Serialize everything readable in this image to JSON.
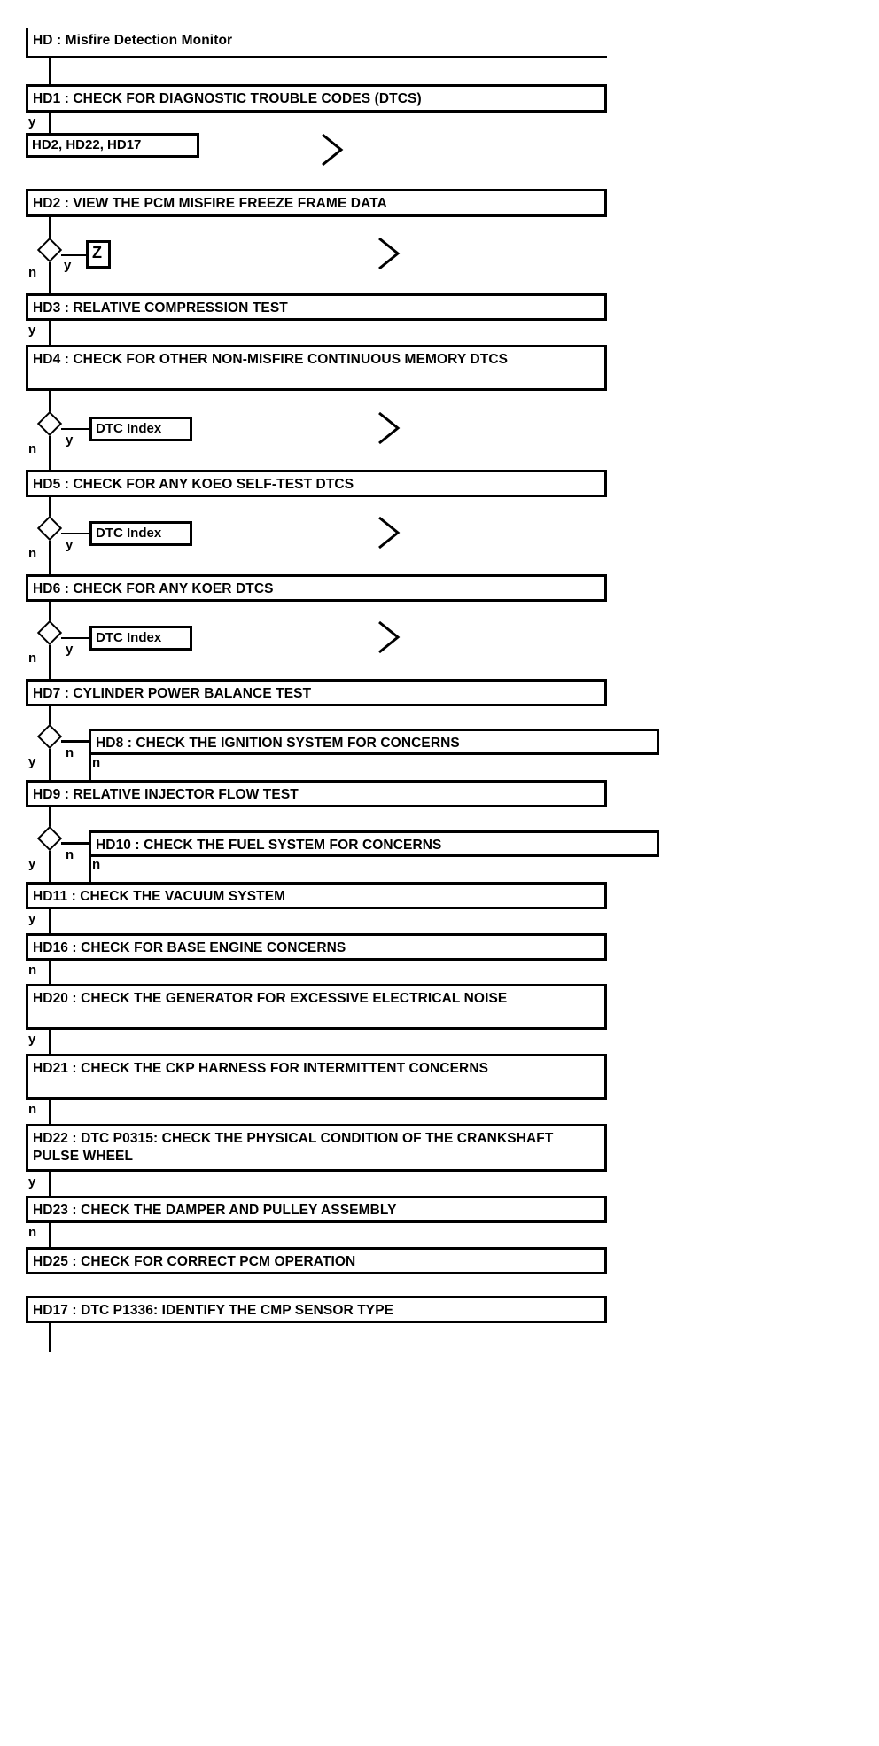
{
  "diagram": {
    "title": "HD : Misfire Detection Monitor",
    "type": "flowchart",
    "nodes": [
      {
        "id": "HD",
        "label": "HD : Misfire Detection Monitor"
      },
      {
        "id": "HD1",
        "label": "HD1 : CHECK FOR DIAGNOSTIC TROUBLE CODES (DTCS)"
      },
      {
        "id": "REF1",
        "label": "HD2, HD22, HD17"
      },
      {
        "id": "HD2",
        "label": "HD2 : VIEW THE PCM MISFIRE FREEZE FRAME DATA"
      },
      {
        "id": "REFZ",
        "label": "Z"
      },
      {
        "id": "HD3",
        "label": "HD3 : RELATIVE COMPRESSION TEST"
      },
      {
        "id": "HD4",
        "label": "HD4 : CHECK FOR OTHER NON-MISFIRE CONTINUOUS MEMORY DTCS"
      },
      {
        "id": "REFD1",
        "label": "DTC Index"
      },
      {
        "id": "HD5",
        "label": "HD5 : CHECK FOR ANY KOEO SELF-TEST DTCS"
      },
      {
        "id": "REFD2",
        "label": "DTC Index"
      },
      {
        "id": "HD6",
        "label": "HD6 : CHECK FOR ANY KOER DTCS"
      },
      {
        "id": "REFD3",
        "label": "DTC Index"
      },
      {
        "id": "HD7",
        "label": "HD7 : CYLINDER POWER BALANCE TEST"
      },
      {
        "id": "HD8",
        "label": "HD8 : CHECK THE IGNITION SYSTEM FOR CONCERNS"
      },
      {
        "id": "HD9",
        "label": "HD9 : RELATIVE INJECTOR FLOW TEST"
      },
      {
        "id": "HD10",
        "label": "HD10 : CHECK THE FUEL SYSTEM FOR CONCERNS"
      },
      {
        "id": "HD11",
        "label": "HD11 : CHECK THE VACUUM SYSTEM"
      },
      {
        "id": "HD16",
        "label": "HD16 : CHECK FOR BASE ENGINE CONCERNS"
      },
      {
        "id": "HD20",
        "label": "HD20 : CHECK THE GENERATOR FOR EXCESSIVE ELECTRICAL NOISE"
      },
      {
        "id": "HD21",
        "label": "HD21 : CHECK THE CKP HARNESS FOR INTERMITTENT CONCERNS"
      },
      {
        "id": "HD22",
        "label": "HD22 : DTC P0315: CHECK THE PHYSICAL CONDITION OF THE CRANKSHAFT PULSE WHEEL"
      },
      {
        "id": "HD23",
        "label": "HD23 : CHECK THE DAMPER AND PULLEY ASSEMBLY"
      },
      {
        "id": "HD25",
        "label": "HD25 : CHECK FOR CORRECT PCM OPERATION"
      },
      {
        "id": "HD17",
        "label": "HD17 : DTC P1336: IDENTIFY THE CMP SENSOR TYPE"
      }
    ],
    "branch_labels": {
      "yes": "y",
      "no": "n"
    },
    "edge_labels": [
      {
        "from": "HD1",
        "label": "y"
      },
      {
        "from": "HD2",
        "label_no": "n",
        "label_yes": "y"
      },
      {
        "from": "HD3",
        "label": "y"
      },
      {
        "from": "HD4",
        "label_no": "n",
        "label_yes": "y"
      },
      {
        "from": "HD5",
        "label_no": "n",
        "label_yes": "y"
      },
      {
        "from": "HD6",
        "label_no": "n",
        "label_yes": "y"
      },
      {
        "from": "HD7",
        "label_no": "y",
        "label_yes": "n",
        "label_return": "n"
      },
      {
        "from": "HD9",
        "label_no": "y",
        "label_yes": "n",
        "label_return": "n"
      },
      {
        "from": "HD11",
        "label": "y"
      },
      {
        "from": "HD16",
        "label": "n"
      },
      {
        "from": "HD20",
        "label": "y"
      },
      {
        "from": "HD21",
        "label": "n"
      },
      {
        "from": "HD22",
        "label": "y"
      },
      {
        "from": "HD23",
        "label": "n"
      }
    ],
    "continuation_marker": "chevron-right"
  }
}
